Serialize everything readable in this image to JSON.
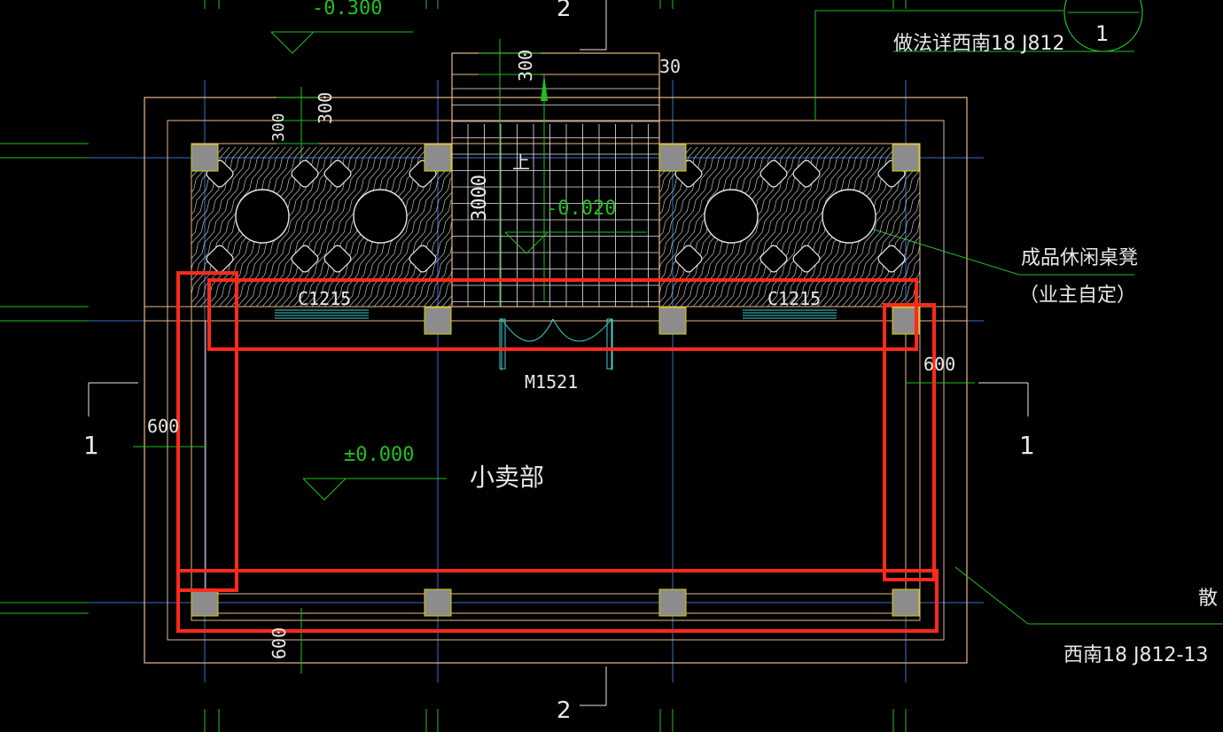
{
  "colors": {
    "background": "#000000",
    "wall": "#e8b888",
    "axis": "#3a6fd0",
    "cyan": "#40d0d0",
    "green": "#20c020",
    "white": "#e8e8e8",
    "column_fill": "#8c8c8c",
    "column_edge": "#d8d000",
    "highlight": "#ff2a1a"
  },
  "labels": {
    "method_note": "做法详西南18 J812",
    "detail_number": "1",
    "furniture_note": "成品休闲桌凳",
    "furniture_owner": "（业主自定）",
    "room_name": "小卖部",
    "apron_partial": "散",
    "apron_ref": "西南18 J812-13",
    "window_left": "C1215",
    "window_right": "C1215",
    "door_code": "M1521",
    "section_left": "1",
    "section_right": "1",
    "section_top": "2",
    "section_bottom": "2",
    "stair_direction": "上"
  },
  "elevations": {
    "top": "-0.300",
    "terrace": "-0.020",
    "floor": "±0.000"
  },
  "dimensions": {
    "step_300": "300",
    "left_300": "300",
    "left_300b": "300",
    "right_30": "30",
    "stair_3000": "3000",
    "left_600": "600",
    "right_600": "600",
    "bottom_600": "600"
  }
}
